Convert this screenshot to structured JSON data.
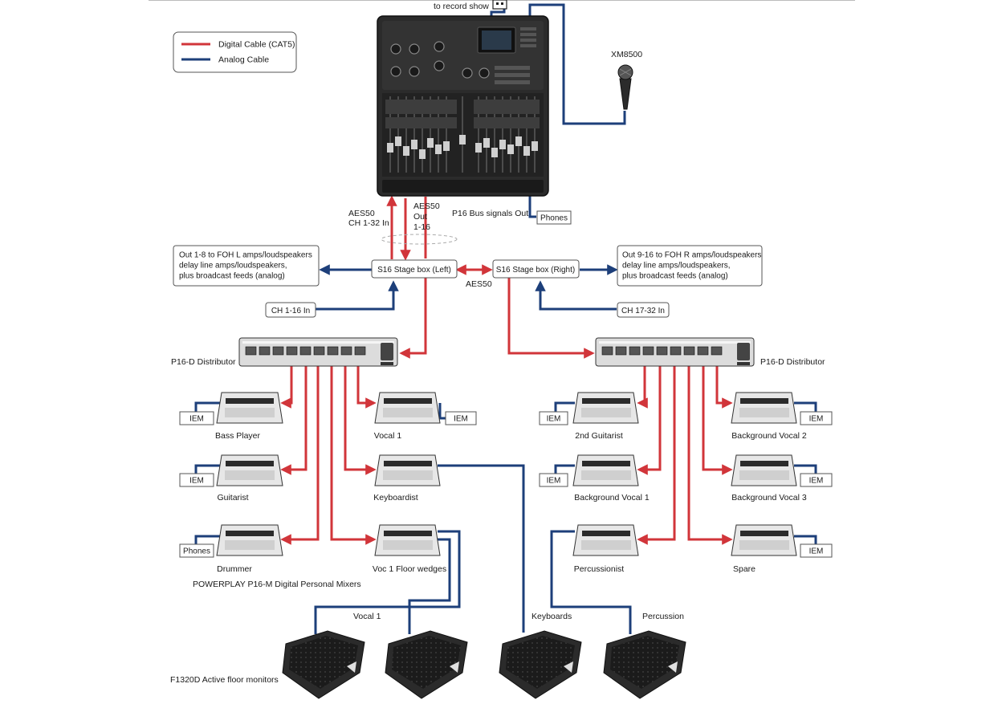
{
  "colors": {
    "digital": "#d1353a",
    "analog": "#1d3f7a",
    "device_dark": "#2b2b2b",
    "panel": "#dcdcdc"
  },
  "legend": {
    "digital": "Digital Cable (CAT5)",
    "analog": "Analog Cable"
  },
  "top": {
    "record": "to record show",
    "mic": "XM8500",
    "phones": "Phones",
    "aes_in_1": "AES50",
    "aes_in_2": "CH 1-32 In",
    "aes_out_1": "AES50",
    "aes_out_2": "Out",
    "aes_out_3": "1-16",
    "p16_out": "P16 Bus signals Out"
  },
  "stagebox": {
    "left": "S16 Stage box (Left)",
    "right": "S16 Stage box (Right)",
    "link": "AES50",
    "ch_left": "CH 1-16 In",
    "ch_right": "CH 17-32 In"
  },
  "foh": {
    "left": [
      "Out 1-8 to FOH L amps/loudspeakers",
      "delay line amps/loudspeakers,",
      "plus broadcast feeds (analog)"
    ],
    "right": [
      "Out 9-16 to FOH R amps/loudspeakers",
      "delay line amps/loudspeakers,",
      "plus broadcast feeds (analog)"
    ]
  },
  "distributor": {
    "left": "P16-D Distributor",
    "right": "P16-D Distributor"
  },
  "mixers": {
    "bass": "Bass Player",
    "vocal1": "Vocal 1",
    "guitarist": "Guitarist",
    "keyboardist": "Keyboardist",
    "drummer": "Drummer",
    "voc1floor": "Voc 1 Floor wedges",
    "guitarist2": "2nd Guitarist",
    "bgvocal2": "Background Vocal 2",
    "bgvocal1": "Background  Vocal 1",
    "bgvocal3": "Background Vocal 3",
    "percussionist": "Percussionist",
    "spare": "Spare"
  },
  "endpoints": {
    "iem": "IEM",
    "phones": "Phones"
  },
  "powerplay": "POWERPLAY P16-M Digital Personal Mixers",
  "monitors": {
    "caption": "F1320D Active floor monitors",
    "vocal1": "Vocal 1",
    "keyboards": "Keyboards",
    "percussion": "Percussion"
  }
}
